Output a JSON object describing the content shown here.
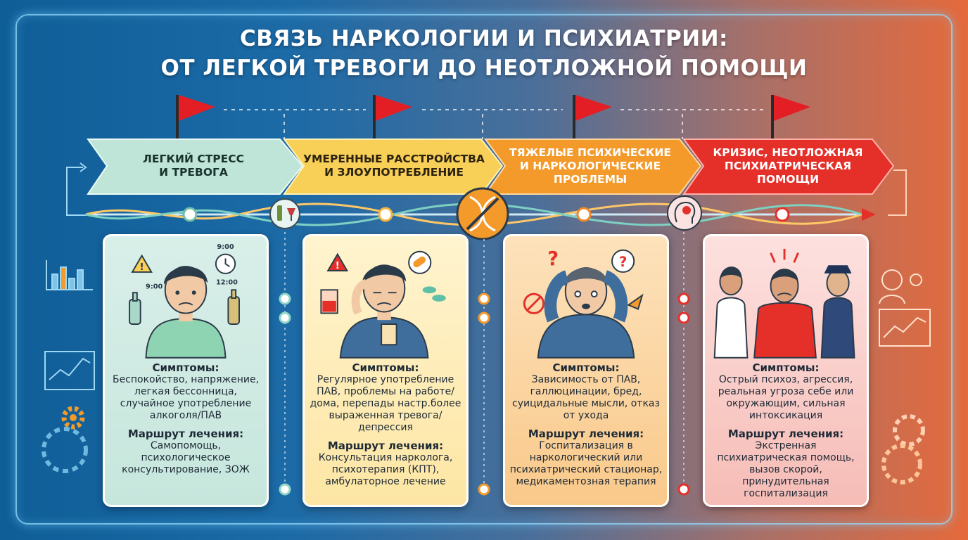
{
  "title": {
    "line1": "СВЯЗЬ НАРКОЛОГИИ И ПСИХИАТРИИ:",
    "line2": "ОТ ЛЕГКОЙ ТРЕВОГИ ДО НЕОТЛОЖНОЙ ПОМОЩИ"
  },
  "colors": {
    "stage1": "#bfe5d8",
    "stage2": "#f8cf57",
    "stage3": "#f39a2b",
    "stage4": "#e5302a",
    "flag": "#e41e25",
    "frame": "#96dcff"
  },
  "stages": [
    {
      "id": "mild",
      "label_lines": [
        "ЛЕГКИЙ СТРЕСС",
        "И ТРЕВОГА"
      ],
      "icon": "worried-man-clock-bottles-icon",
      "clock_labels": [
        "9:00",
        "9:00",
        "12:00"
      ],
      "symptoms_title": "Симптомы:",
      "symptoms": "Беспокойство, напряжение, легкая бессонница, случайное употребление алкоголя/ПАВ",
      "route_title": "Маршрут лечения:",
      "route": "Самопомощь, психологическое консультирование, ЗОЖ"
    },
    {
      "id": "moderate",
      "label_lines": [
        "УМЕРЕННЫЕ РАССТРОЙСТВА",
        "И ЗЛОУПОТРЕБЛЕНИЕ"
      ],
      "icon": "tired-man-drink-pills-icon",
      "symptoms_title": "Симптомы:",
      "symptoms": "Регулярное употребление ПАВ, проблемы на работе/дома, перепады настр.более выраженная тревога/депрессия",
      "route_title": "Маршрут лечения:",
      "route": "Консультация нарколога, психотерапия (КПТ), амбулаторное лечение"
    },
    {
      "id": "severe",
      "label_lines": [
        "ТЯЖЕЛЫЕ ПСИХИЧЕСКИЕ",
        "И НАРКОЛОГИЧЕСКИЕ",
        "ПРОБЛЕМЫ"
      ],
      "icon": "distressed-man-hands-on-head-icon",
      "symptoms_title": "Симптомы:",
      "symptoms": "Зависимость от ПАВ, галлюцинации, бред, суицидальные мысли, отказ от ухода",
      "route_title": "Маршрут лечения:",
      "route": "Госпитализация в наркологический или психиатрический стационар, медикаментозная терапия"
    },
    {
      "id": "crisis",
      "label_lines": [
        "КРИЗИС, НЕОТЛОЖНАЯ",
        "ПСИХИАТРИЧЕСКАЯ",
        "ПОМОЩИ"
      ],
      "icon": "doctor-police-restraining-man-icon",
      "symptoms_title": "Симптомы:",
      "symptoms": "Острый психоз, агрессия, реальная угроза себе или окружающим, сильная интоксикация",
      "route_title": "Маршрут лечения:",
      "route": "Экстренная психиатрическая помощь, вызов скорой, принудительная госпитализация"
    }
  ],
  "connector_icons": [
    "bottle-glass-icon",
    "dna-syringe-icon",
    "brain-head-icon"
  ]
}
